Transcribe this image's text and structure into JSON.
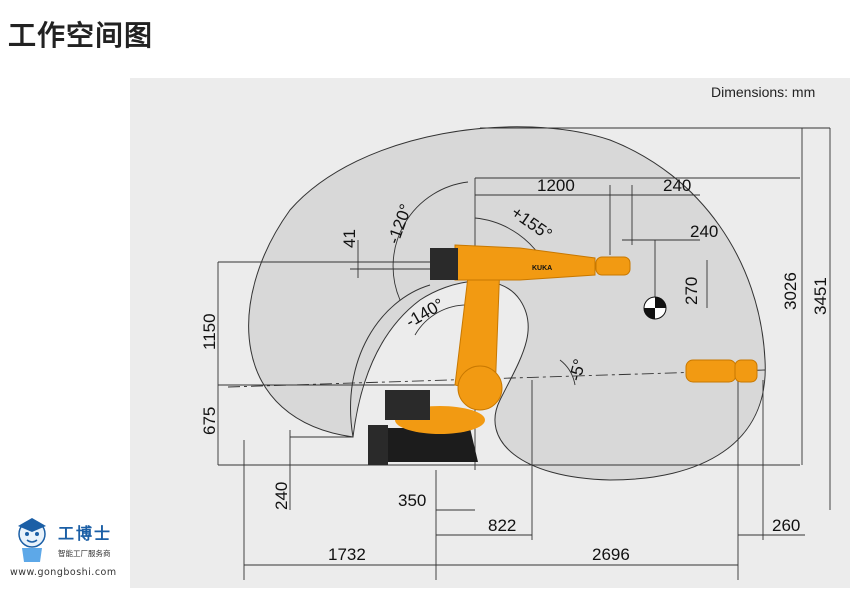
{
  "title": "工作空间图",
  "units_note": "Dimensions: mm",
  "dimensions": {
    "d1200": "1200",
    "d240_top": "240",
    "d240_mid": "240",
    "d270": "270",
    "d3026": "3026",
    "d3451": "3451",
    "d41": "41",
    "d1150": "1150",
    "d675": "675",
    "d240_left": "240",
    "d350": "350",
    "d822": "822",
    "d1732": "1732",
    "d2696": "2696",
    "d260": "260"
  },
  "angles": {
    "a_neg120": "-120°",
    "a_pos155": "+155°",
    "a_neg140": "-140°",
    "a_neg5": "-5°"
  },
  "robot_brand": "KUKA",
  "logo": {
    "name": "工博士",
    "subtitle": "智能工厂服务商",
    "url": "www.gongboshi.com"
  },
  "colors": {
    "robot_orange": "#f29a12",
    "base_black": "#1c1c1c",
    "envelope_fill": "#d9d9d9",
    "logo_blue": "#1b5fa6"
  }
}
